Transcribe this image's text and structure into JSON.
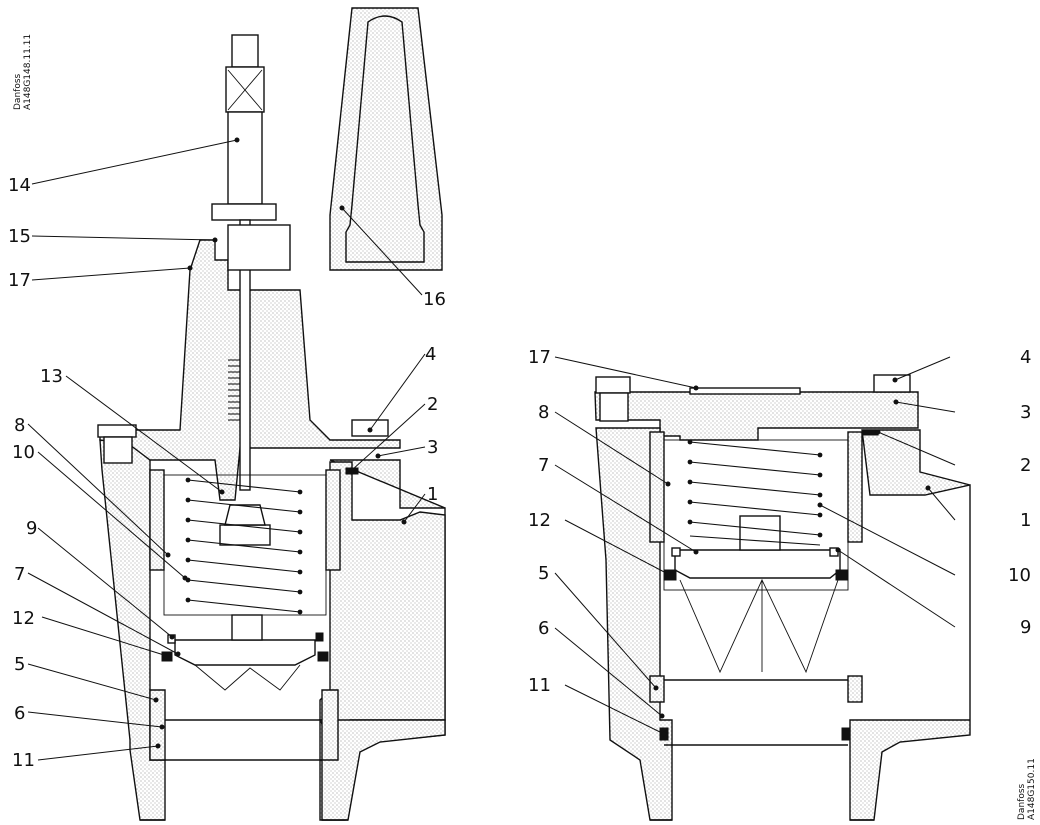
{
  "codes": {
    "left_line1": "Danfoss",
    "left_line2": "A148G148.11.11",
    "right_line1": "Danfoss",
    "right_line2": "A148G150.11"
  },
  "left_labels": [
    {
      "id": "14",
      "text": "14"
    },
    {
      "id": "15",
      "text": "15"
    },
    {
      "id": "17",
      "text": "17"
    },
    {
      "id": "16",
      "text": "16"
    },
    {
      "id": "4",
      "text": "4"
    },
    {
      "id": "13",
      "text": "13"
    },
    {
      "id": "2",
      "text": "2"
    },
    {
      "id": "8",
      "text": "8"
    },
    {
      "id": "3",
      "text": "3"
    },
    {
      "id": "10",
      "text": "10"
    },
    {
      "id": "1",
      "text": "1"
    },
    {
      "id": "9",
      "text": "9"
    },
    {
      "id": "7",
      "text": "7"
    },
    {
      "id": "12",
      "text": "12"
    },
    {
      "id": "5",
      "text": "5"
    },
    {
      "id": "6",
      "text": "6"
    },
    {
      "id": "11",
      "text": "11"
    }
  ],
  "right_labels": [
    {
      "id": "17",
      "text": "17"
    },
    {
      "id": "4",
      "text": "4"
    },
    {
      "id": "8",
      "text": "8"
    },
    {
      "id": "3",
      "text": "3"
    },
    {
      "id": "7",
      "text": "7"
    },
    {
      "id": "2",
      "text": "2"
    },
    {
      "id": "12",
      "text": "12"
    },
    {
      "id": "1",
      "text": "1"
    },
    {
      "id": "10",
      "text": "10"
    },
    {
      "id": "5",
      "text": "5"
    },
    {
      "id": "9",
      "text": "9"
    },
    {
      "id": "6",
      "text": "6"
    },
    {
      "id": "11",
      "text": "11"
    }
  ],
  "colors": {
    "ink": "#111111",
    "fill": "#ffffff"
  }
}
